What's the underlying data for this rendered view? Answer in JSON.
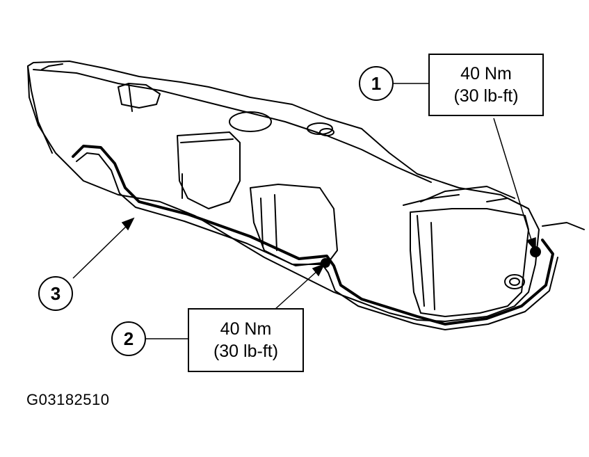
{
  "figure": {
    "code": "G03182510"
  },
  "callouts": [
    {
      "number": "1",
      "torque_metric": "40 Nm",
      "torque_imperial": "(30 lb-ft)"
    },
    {
      "number": "2",
      "torque_metric": "40 Nm",
      "torque_imperial": "(30 lb-ft)"
    },
    {
      "number": "3"
    }
  ],
  "colors": {
    "line": "#000000",
    "background": "#ffffff"
  }
}
